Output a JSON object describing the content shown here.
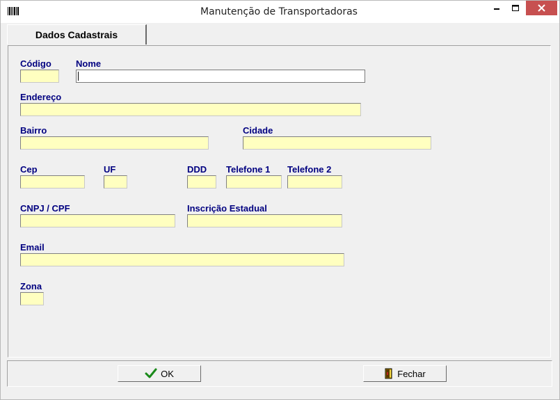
{
  "window": {
    "title": "Manutenção de Transportadoras",
    "app_icon": "barcode-icon",
    "controls": [
      "minimize-icon",
      "maximize-icon",
      "close-icon"
    ]
  },
  "tabs": [
    {
      "label": "Dados Cadastrais",
      "active": true
    }
  ],
  "form": {
    "codigo": {
      "label": "Código",
      "value": ""
    },
    "nome": {
      "label": "Nome",
      "value": ""
    },
    "endereco": {
      "label": "Endereço",
      "value": ""
    },
    "bairro": {
      "label": "Bairro",
      "value": ""
    },
    "cidade": {
      "label": "Cidade",
      "value": ""
    },
    "cep": {
      "label": "Cep",
      "value": ""
    },
    "uf": {
      "label": "UF",
      "value": ""
    },
    "ddd": {
      "label": "DDD",
      "value": ""
    },
    "telefone1": {
      "label": "Telefone 1",
      "value": ""
    },
    "telefone2": {
      "label": "Telefone 2",
      "value": ""
    },
    "cnpj_cpf": {
      "label": "CNPJ / CPF",
      "value": ""
    },
    "inscricao_estadual": {
      "label": "Inscrição Estadual",
      "value": ""
    },
    "email": {
      "label": "Email",
      "value": ""
    },
    "zona": {
      "label": "Zona",
      "value": ""
    }
  },
  "buttons": {
    "ok": {
      "label": "OK",
      "icon": "checkmark-icon"
    },
    "fechar": {
      "label": "Fechar",
      "icon": "exit-door-icon"
    }
  },
  "colors": {
    "field_bg": "#ffffc0",
    "label_text": "#000080",
    "close_button": "#c75050"
  }
}
